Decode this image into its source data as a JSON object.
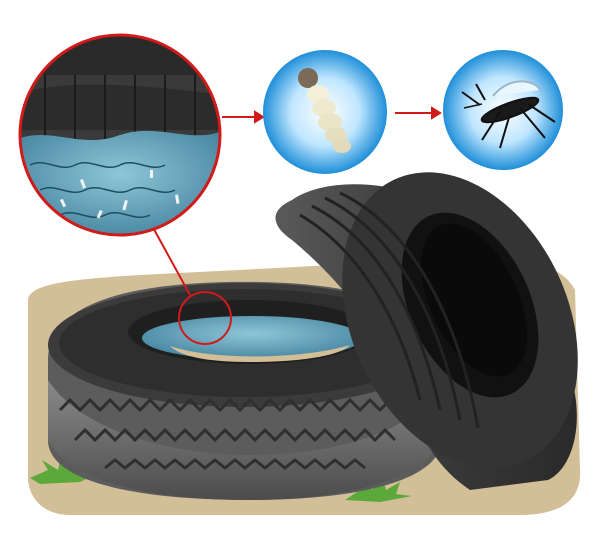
{
  "illustration": {
    "stages": [
      "water-in-tire",
      "larva",
      "adult-mosquito"
    ],
    "colors": {
      "ground": "#d2bf98",
      "tire_dark": "#2b2b2b",
      "tire_mid": "#4a4a4a",
      "tire_light": "#6e6e6e",
      "water": "#3e7f99",
      "water_light": "#7bb4c8",
      "callout": "#d11a1a",
      "bubble_blue": "#1f9be0",
      "bubble_light": "#e9f7ff",
      "grass": "#5da83a"
    },
    "icons": [
      "magnifier-callout",
      "arrow-right-icon",
      "arrow-right-icon",
      "larva-icon",
      "mosquito-icon"
    ]
  }
}
